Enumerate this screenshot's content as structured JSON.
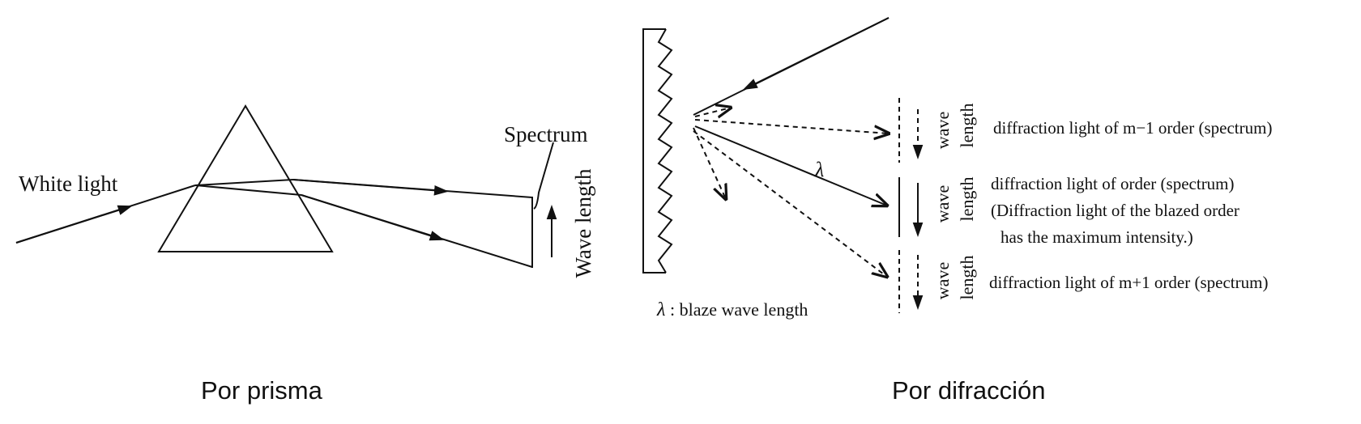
{
  "prism_panel": {
    "white_light_label": "White light",
    "spectrum_label": "Spectrum",
    "wave_length_label": "Wave length",
    "caption": "Por prisma"
  },
  "grating_panel": {
    "lambda_symbol": "λ",
    "blaze_label": ": blaze wave length",
    "orders": [
      {
        "axis_word_1": "wave",
        "axis_word_2": "length",
        "description_lines": [
          "diffraction light of m−1 order (spectrum)"
        ]
      },
      {
        "axis_word_1": "wave",
        "axis_word_2": "length",
        "description_lines": [
          "diffraction light of order (spectrum)",
          "(Diffraction light of the blazed order",
          "has the maximum intensity.)"
        ]
      },
      {
        "axis_word_1": "wave",
        "axis_word_2": "length",
        "description_lines": [
          "diffraction light of m+1 order (spectrum)"
        ]
      }
    ],
    "caption": "Por difracción"
  }
}
